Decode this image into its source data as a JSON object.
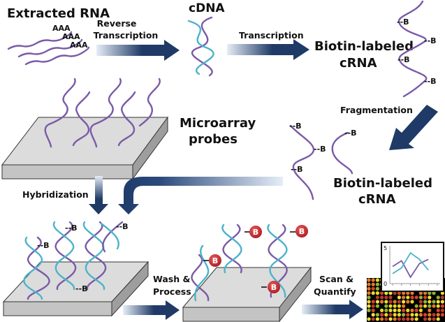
{
  "labels": {
    "extracted_rna": "Extracted RNA",
    "poly_a": [
      "AAA",
      "AAA",
      "AAA"
    ],
    "reverse_transcription": [
      "Reverse",
      "Transcription"
    ],
    "cdna": "cDNA",
    "transcription": "Transcription",
    "biotin_crna_top": [
      "Biotin-labeled",
      "cRNA"
    ],
    "microarray_probes": [
      "Microarray",
      "probes"
    ],
    "fragmentation": "Fragmentation",
    "biotin_crna_fragments": [
      "Biotin-labeled",
      "cRNA"
    ],
    "hybridization": "Hybridization",
    "wash_process": [
      "Wash &",
      "Process"
    ],
    "scan_quantify": [
      "Scan &",
      "Quantify"
    ],
    "biotin_tag": "--B",
    "streptavidin_tag": "B"
  },
  "colors": {
    "arrow_dark": "#1f3a66",
    "arrow_light": "#e6edf7",
    "rna_strand": "#7a5aa8",
    "dna_strand": "#4db3c8",
    "chip_top": "#d6d6d6",
    "chip_side": "#a9a9a9",
    "label_ball": "#c0262b"
  },
  "chart_data": {
    "type": "line",
    "title": "",
    "xlabel": "",
    "ylabel": "",
    "x": [
      1,
      2,
      3,
      4,
      5,
      6
    ],
    "ylim": [
      0,
      5
    ],
    "yticks": [
      "0",
      "5"
    ],
    "series": [
      {
        "name": "series-purple",
        "color": "#7a5aa8",
        "values": [
          2.4,
          3.2,
          0.9,
          2.8,
          3.4,
          null
        ]
      },
      {
        "name": "series-teal",
        "color": "#4db3c8",
        "values": [
          1.4,
          2.2,
          4.3,
          3.4,
          1.9,
          null
        ]
      }
    ]
  }
}
